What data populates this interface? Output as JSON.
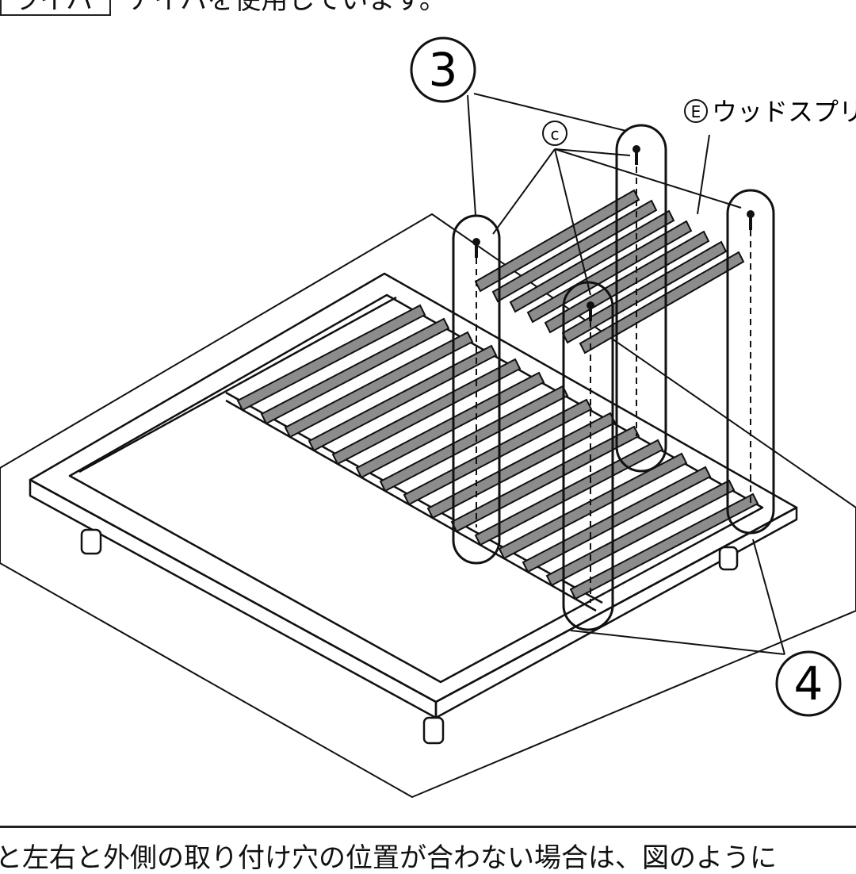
{
  "header": {
    "boxed_text": "ライバ",
    "text": "ナイバを使用しています。"
  },
  "callouts": {
    "step3": "3",
    "step4": "4",
    "part_c": "c",
    "part_e_letter": "E",
    "part_e_name": "ウッドスプリ"
  },
  "footer": {
    "text": "と左右と外側の取り付け穴の位置が合わない場合は、図のように"
  },
  "colors": {
    "line": "#111111",
    "slat": "#8c8c8c",
    "paper": "#ffffff"
  }
}
